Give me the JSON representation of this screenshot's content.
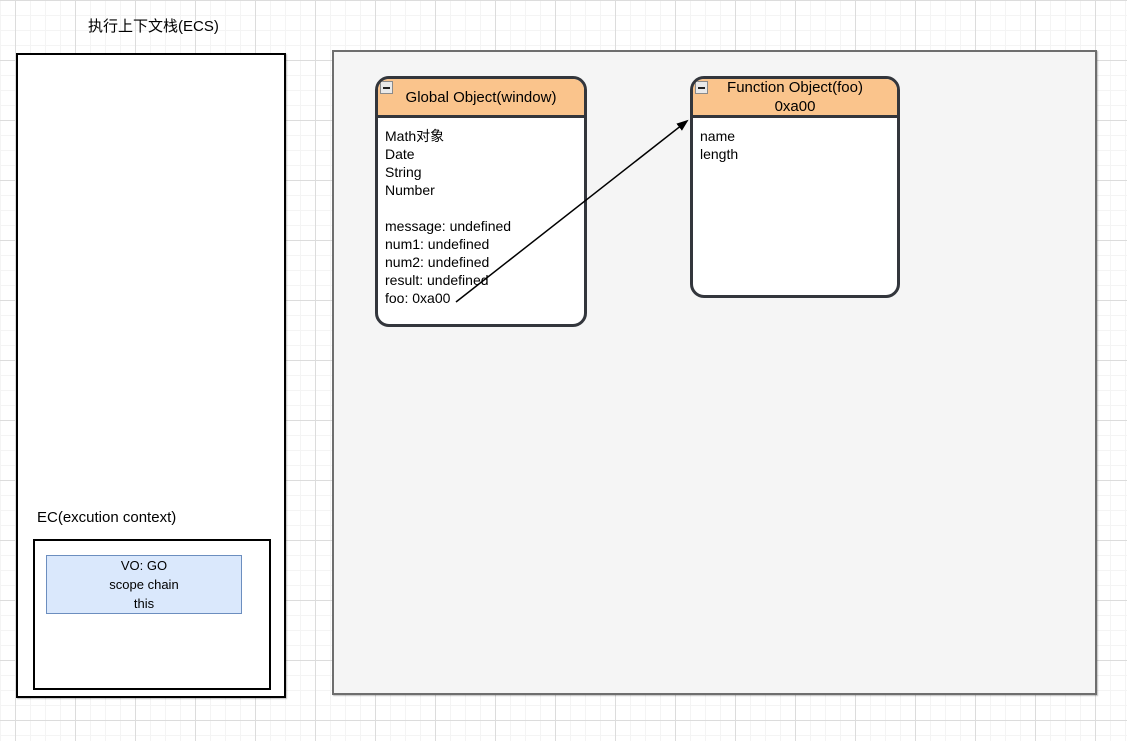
{
  "page": {
    "title": "执行上下文栈(ECS)"
  },
  "colors": {
    "node_header_fill": "#fac48c",
    "node_border": "#33363c",
    "vo_fill": "#dae8fc",
    "vo_border": "#6c8ebf",
    "container_fill": "#f5f5f5",
    "arrow_color": "#000000"
  },
  "ecs_stack": {
    "label": "EC(excution context)",
    "vo_box": {
      "lines": [
        "VO: GO",
        "scope chain",
        "this"
      ]
    }
  },
  "heap": {
    "global_object": {
      "title": "Global Object(window)",
      "lines": [
        "Math对象",
        "Date",
        "String",
        "Number",
        "",
        "message: undefined",
        "num1: undefined",
        "num2: undefined",
        "result: undefined",
        "foo: 0xa00"
      ]
    },
    "function_object": {
      "title": "Function Object(foo)",
      "subtitle": "0xa00",
      "lines": [
        "name",
        "length"
      ]
    }
  },
  "pointer_arrow": {
    "from_label": "foo: 0xa00",
    "to_label": "Function Object(foo)"
  }
}
